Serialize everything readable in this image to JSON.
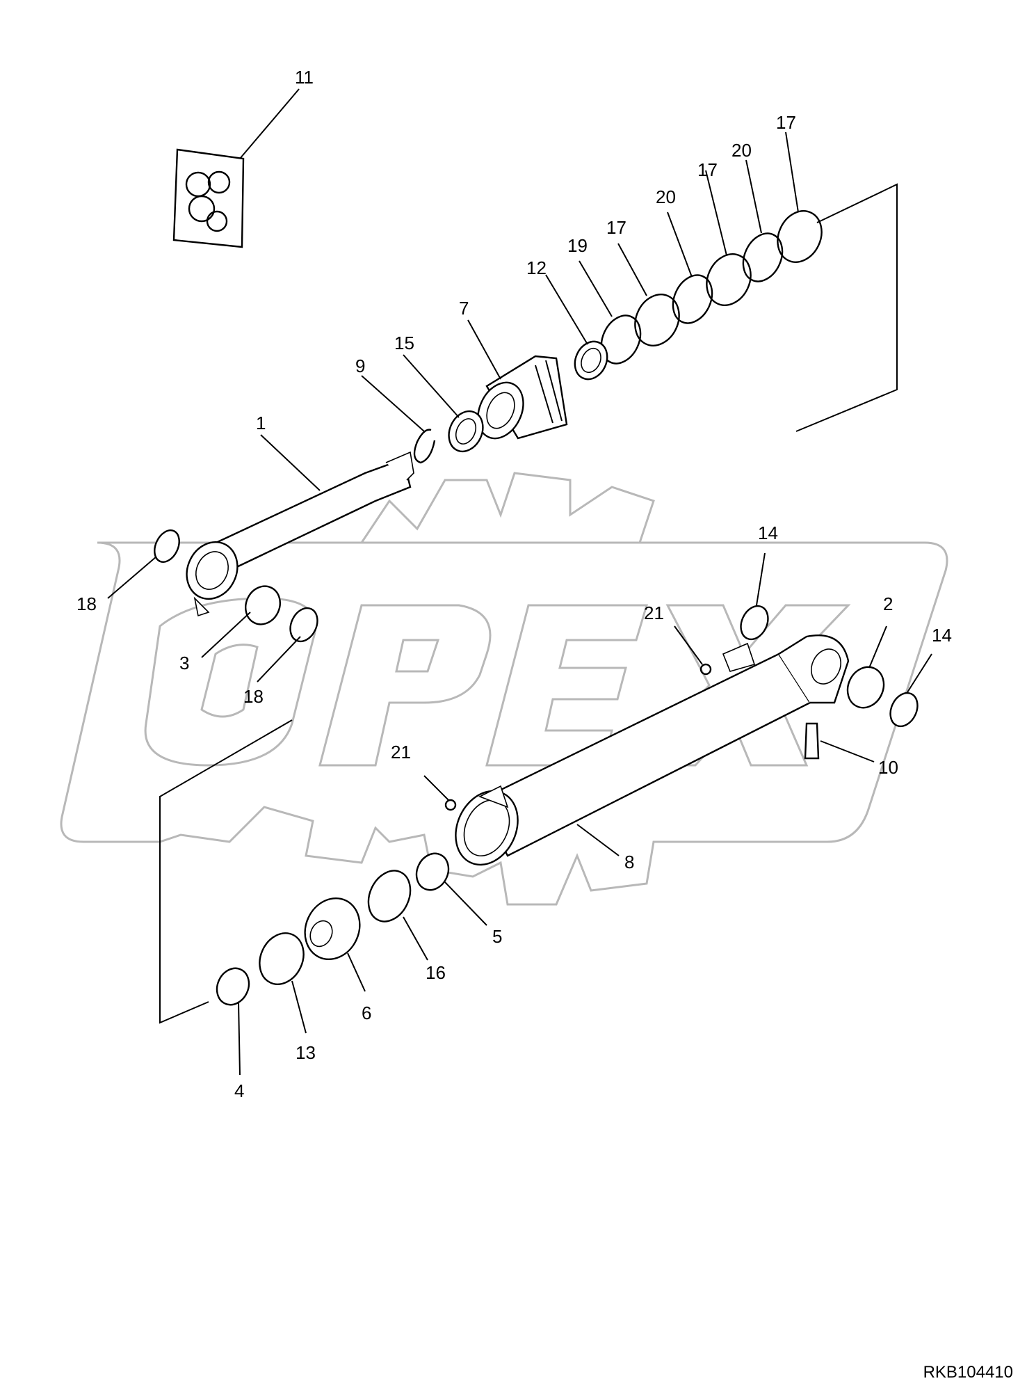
{
  "drawing_code": "RKB104410",
  "watermark_text": "OPEX",
  "callouts": {
    "c1": "1",
    "c2": "2",
    "c3": "3",
    "c4": "4",
    "c5": "5",
    "c6": "6",
    "c7": "7",
    "c8": "8",
    "c9": "9",
    "c10": "10",
    "c11": "11",
    "c12": "12",
    "c13": "13",
    "c14a": "14",
    "c14b": "14",
    "c15": "15",
    "c16": "16",
    "c17a": "17",
    "c17b": "17",
    "c17c": "17",
    "c18a": "18",
    "c18b": "18",
    "c19": "19",
    "c20a": "20",
    "c20b": "20",
    "c21a": "21",
    "c21b": "21"
  }
}
